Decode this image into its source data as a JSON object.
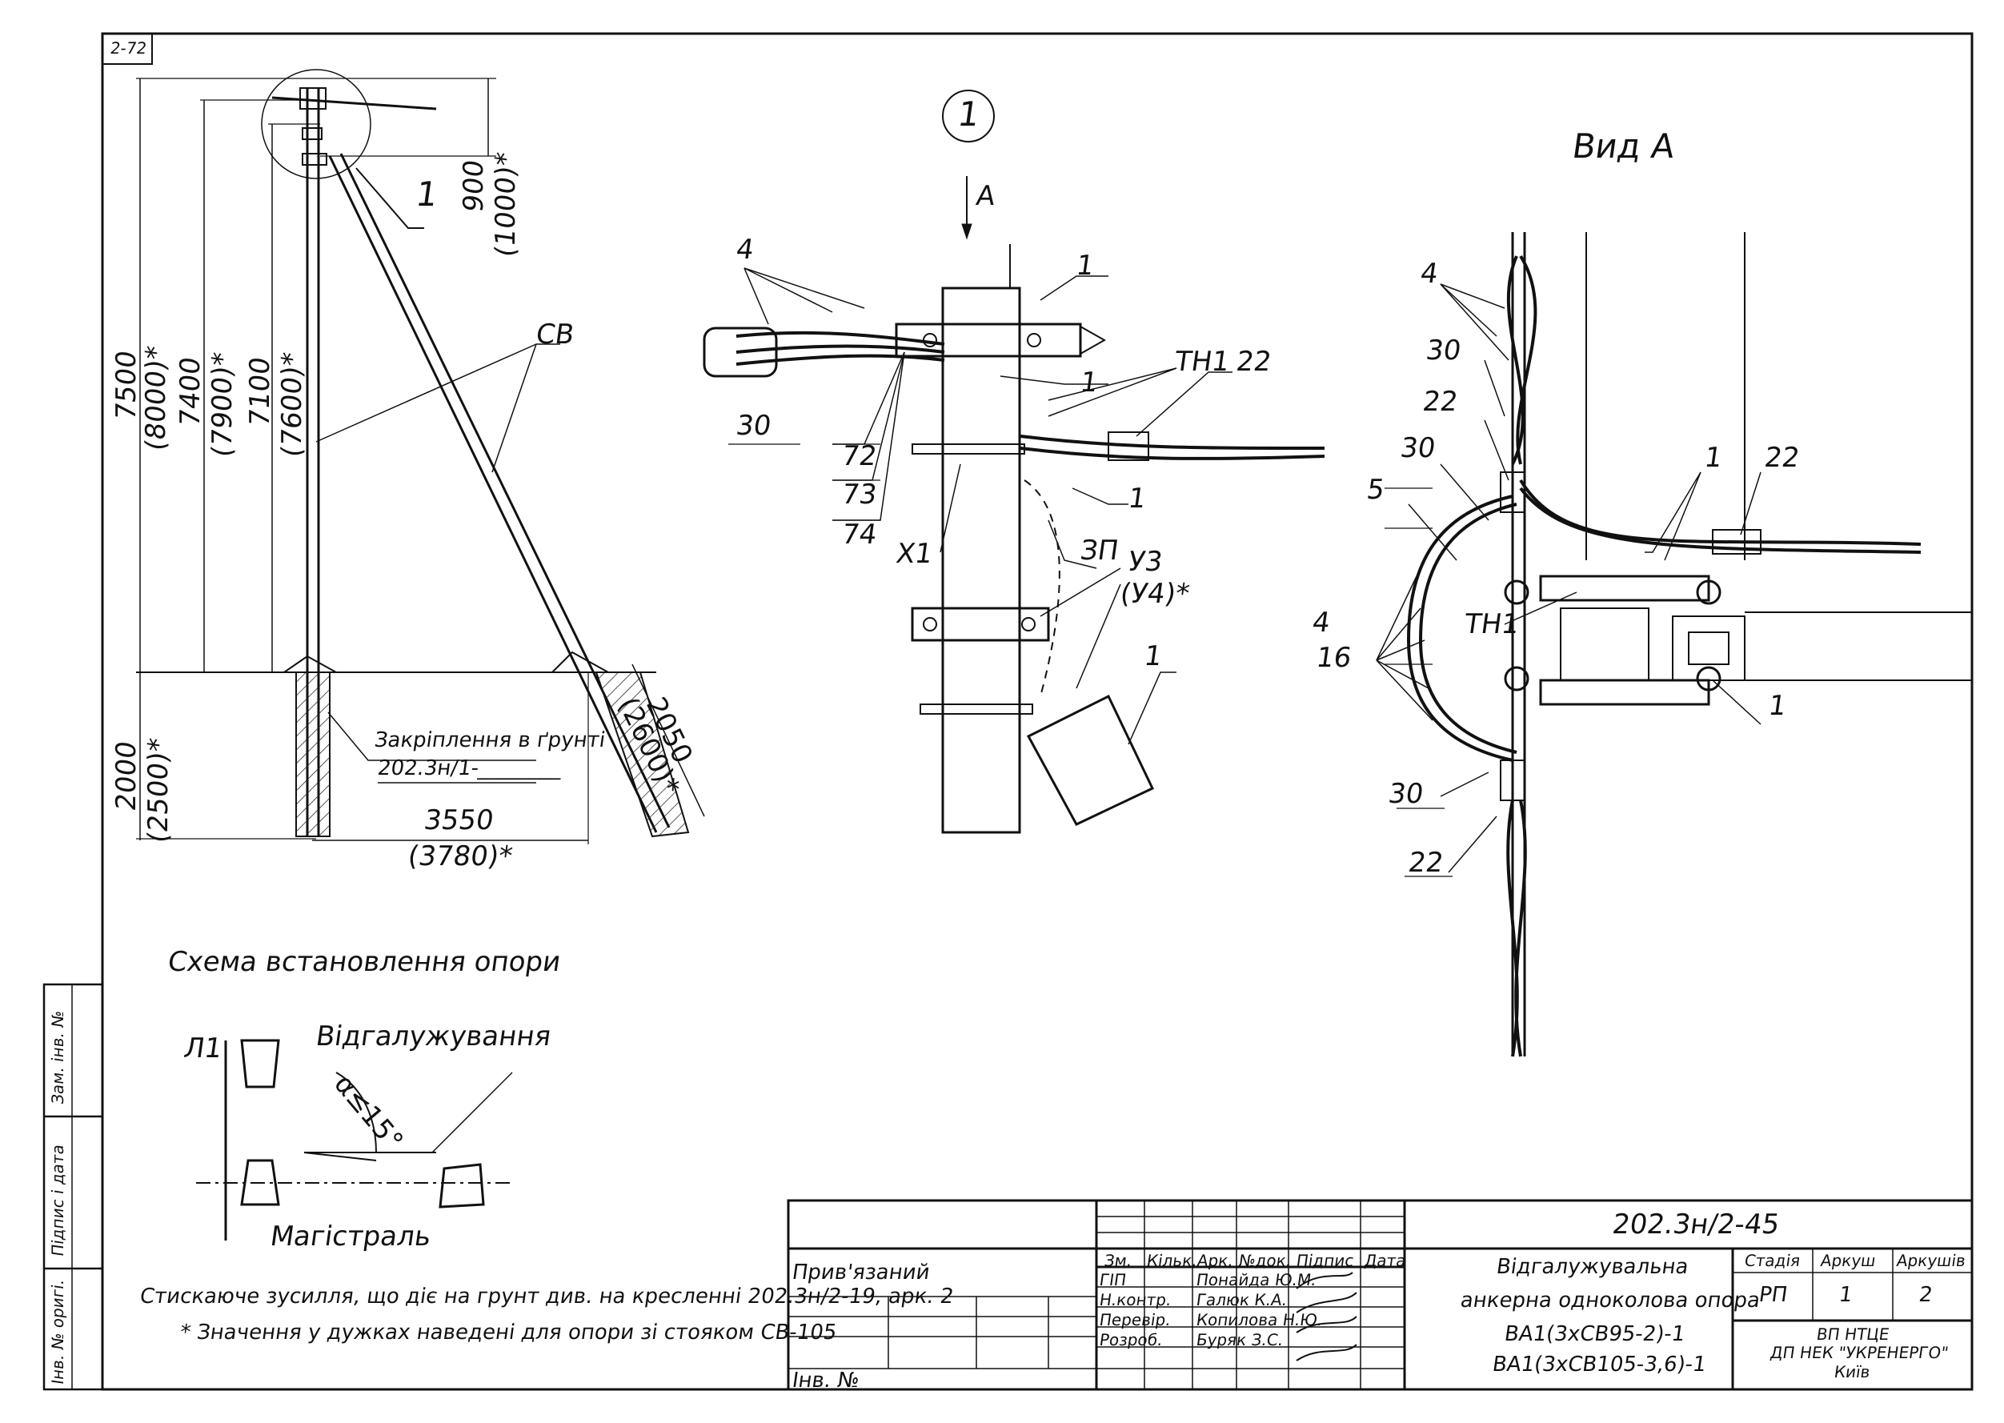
{
  "sheet_code": "2-72",
  "callout_main": "1",
  "view_arrow": "A",
  "view_a_title": "Вид А",
  "left_view": {
    "dim_900": "900",
    "dim_1000": "(1000)*",
    "dim_7500": "7500",
    "dim_8000": "(8000)*",
    "dim_7400": "7400",
    "dim_7900": "(7900)*",
    "dim_7100": "7100",
    "dim_7600": "(7600)*",
    "dim_2000": "2000",
    "dim_2500": "(2500)*",
    "dim_2050": "2050",
    "dim_2600": "(2600)*",
    "dim_3550": "3550",
    "dim_3780": "(3780)*",
    "label_sv": "СВ",
    "label_1": "1",
    "ground_note_1": "Закріплення в ґрунті",
    "ground_note_2": "202.3н/1-________"
  },
  "middle_view": {
    "labels": [
      "4",
      "1",
      "30",
      "1",
      "ТН1",
      "22",
      "72",
      "73",
      "74",
      "Х1",
      "1",
      "ЗП",
      "У3",
      "(У4)*",
      "1"
    ]
  },
  "right_view": {
    "labels": [
      "4",
      "30",
      "22",
      "30",
      "5",
      "1",
      "22",
      "ТН1",
      "4",
      "16",
      "1",
      "30",
      "22"
    ]
  },
  "scheme": {
    "title": "Схема встановлення опори",
    "l1": "Л1",
    "branch": "Відгалужування",
    "angle": "α≤15°",
    "main_line": "Магістраль"
  },
  "notes": {
    "note1": "Стискаюче зусилля, що діє на грунт див. на кресленні 202.3н/2-19, арк. 2",
    "note2": "* Значення у дужках наведені для опори зі стояком СВ-105"
  },
  "left_stamp": [
    "Інв. № оригі.",
    "Підпис і дата",
    "Зам. інв. №"
  ],
  "title_block": {
    "code": "202.3н/2-45",
    "privyazaniy": "Прив'язаний",
    "inv_no": "Інв. №",
    "headers": [
      "Зм.",
      "Кільк.",
      "Арк.",
      "№док.",
      "Підпис",
      "Дата"
    ],
    "roles": [
      "ГІП",
      "Н.контр.",
      "Перевір.",
      "Розроб."
    ],
    "names": [
      "Понайда Ю.М.",
      "Галюк К.А.",
      "Копилова Н.Ю.",
      "Буряк З.С."
    ],
    "desc1": "Відгалужувальна",
    "desc2": "анкерна одноколова опора",
    "desc3": "ВА1(3хСВ95-2)-1",
    "desc4": "ВА1(3хСВ105-3,6)-1",
    "stage_h": "Стадія",
    "sheet_h": "Аркуш",
    "sheets_h": "Аркушів",
    "stage": "РП",
    "sheet": "1",
    "sheets": "2",
    "org1": "ВП НТЦЕ",
    "org2": "ДП НЕК \"УКРЕНЕРГО\"",
    "org3": "Київ"
  }
}
